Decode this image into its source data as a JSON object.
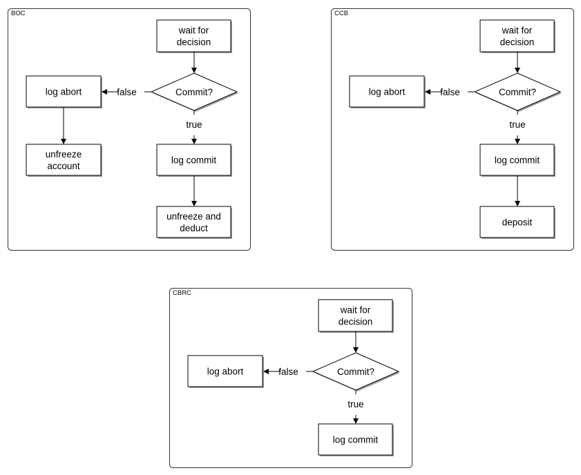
{
  "panels": [
    {
      "title": "BOC",
      "nodes": {
        "wait": [
          "wait for",
          "decision"
        ],
        "decide": [
          "Commit?"
        ],
        "abort": [
          "log abort"
        ],
        "abort_next": [
          "unfreeze",
          "account"
        ],
        "commit": [
          "log commit"
        ],
        "commit_next": [
          "unfreeze and",
          "deduct"
        ]
      },
      "labels": {
        "false": "false",
        "true": "true"
      }
    },
    {
      "title": "CCB",
      "nodes": {
        "wait": [
          "wait for",
          "decision"
        ],
        "decide": [
          "Commit?"
        ],
        "abort": [
          "log abort"
        ],
        "commit": [
          "log commit"
        ],
        "commit_next": [
          "deposit"
        ]
      },
      "labels": {
        "false": "false",
        "true": "true"
      }
    },
    {
      "title": "CBRC",
      "nodes": {
        "wait": [
          "wait for",
          "decision"
        ],
        "decide": [
          "Commit?"
        ],
        "abort": [
          "log abort"
        ],
        "commit": [
          "log commit"
        ]
      },
      "labels": {
        "false": "false",
        "true": "true"
      }
    }
  ]
}
